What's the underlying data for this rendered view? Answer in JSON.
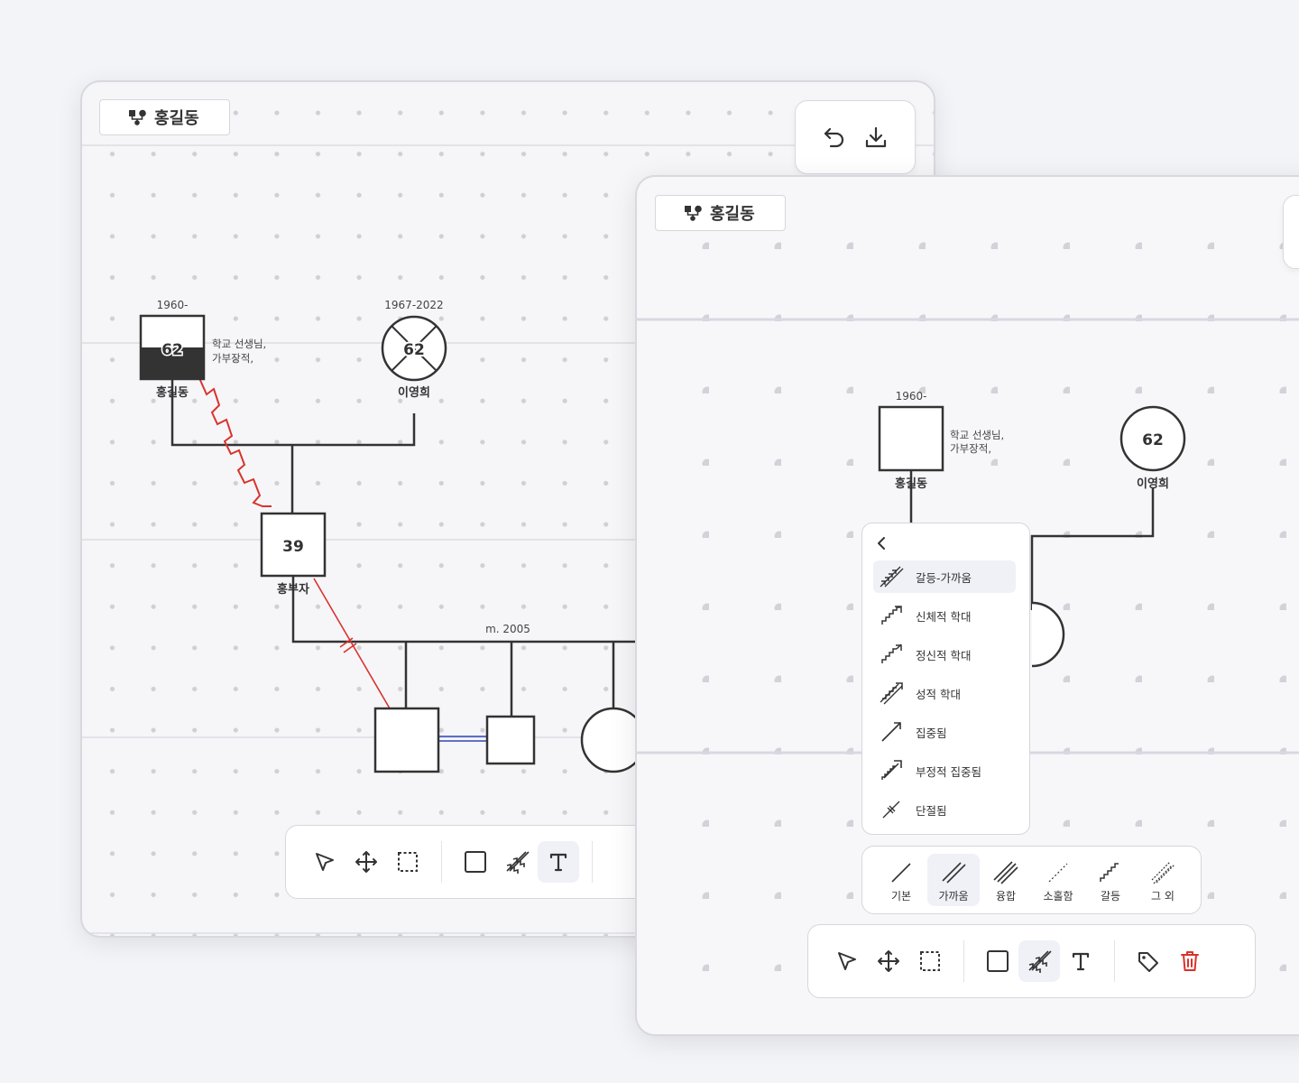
{
  "window_back": {
    "title": "홍길동",
    "nodes": {
      "father": {
        "years": "1960-",
        "age": "62",
        "name": "홍길동",
        "note_line1": "학교 선생님,",
        "note_line2": "가부장적,"
      },
      "mother": {
        "years": "1967-2022",
        "age": "62",
        "name": "이영희"
      },
      "son": {
        "age": "39",
        "name": "홍부자"
      }
    },
    "marriage_label": "m. 2005"
  },
  "window_front": {
    "title": "홍길동",
    "nodes": {
      "father": {
        "years": "1960-",
        "name": "홍길동",
        "note_line1": "학교 선생님,",
        "note_line2": "가부장적,"
      },
      "mother": {
        "age": "62",
        "name": "이영희"
      }
    },
    "relation_menu": {
      "items": [
        {
          "label": "갈등-가까움",
          "icon": "conflict-close-line-icon",
          "active": true
        },
        {
          "label": "신체적 학대",
          "icon": "physical-abuse-line-icon"
        },
        {
          "label": "정신적 학대",
          "icon": "emotional-abuse-line-icon"
        },
        {
          "label": "성적 학대",
          "icon": "sexual-abuse-line-icon"
        },
        {
          "label": "집중됨",
          "icon": "focused-line-icon"
        },
        {
          "label": "부정적 집중됨",
          "icon": "negative-focused-line-icon"
        },
        {
          "label": "단절됨",
          "icon": "cutoff-line-icon"
        }
      ]
    },
    "line_styles": [
      {
        "label": "기본",
        "icon": "basic-line-icon"
      },
      {
        "label": "가까움",
        "icon": "close-line-icon",
        "active": true
      },
      {
        "label": "융합",
        "icon": "fused-line-icon"
      },
      {
        "label": "소홀함",
        "icon": "distant-line-icon"
      },
      {
        "label": "갈등",
        "icon": "conflict-line-icon"
      },
      {
        "label": "그 외",
        "icon": "other-line-icon"
      }
    ]
  },
  "colors": {
    "accent_conflict": "#d9332b",
    "accent_fused": "#2e47b8",
    "delete": "#d9332b"
  }
}
